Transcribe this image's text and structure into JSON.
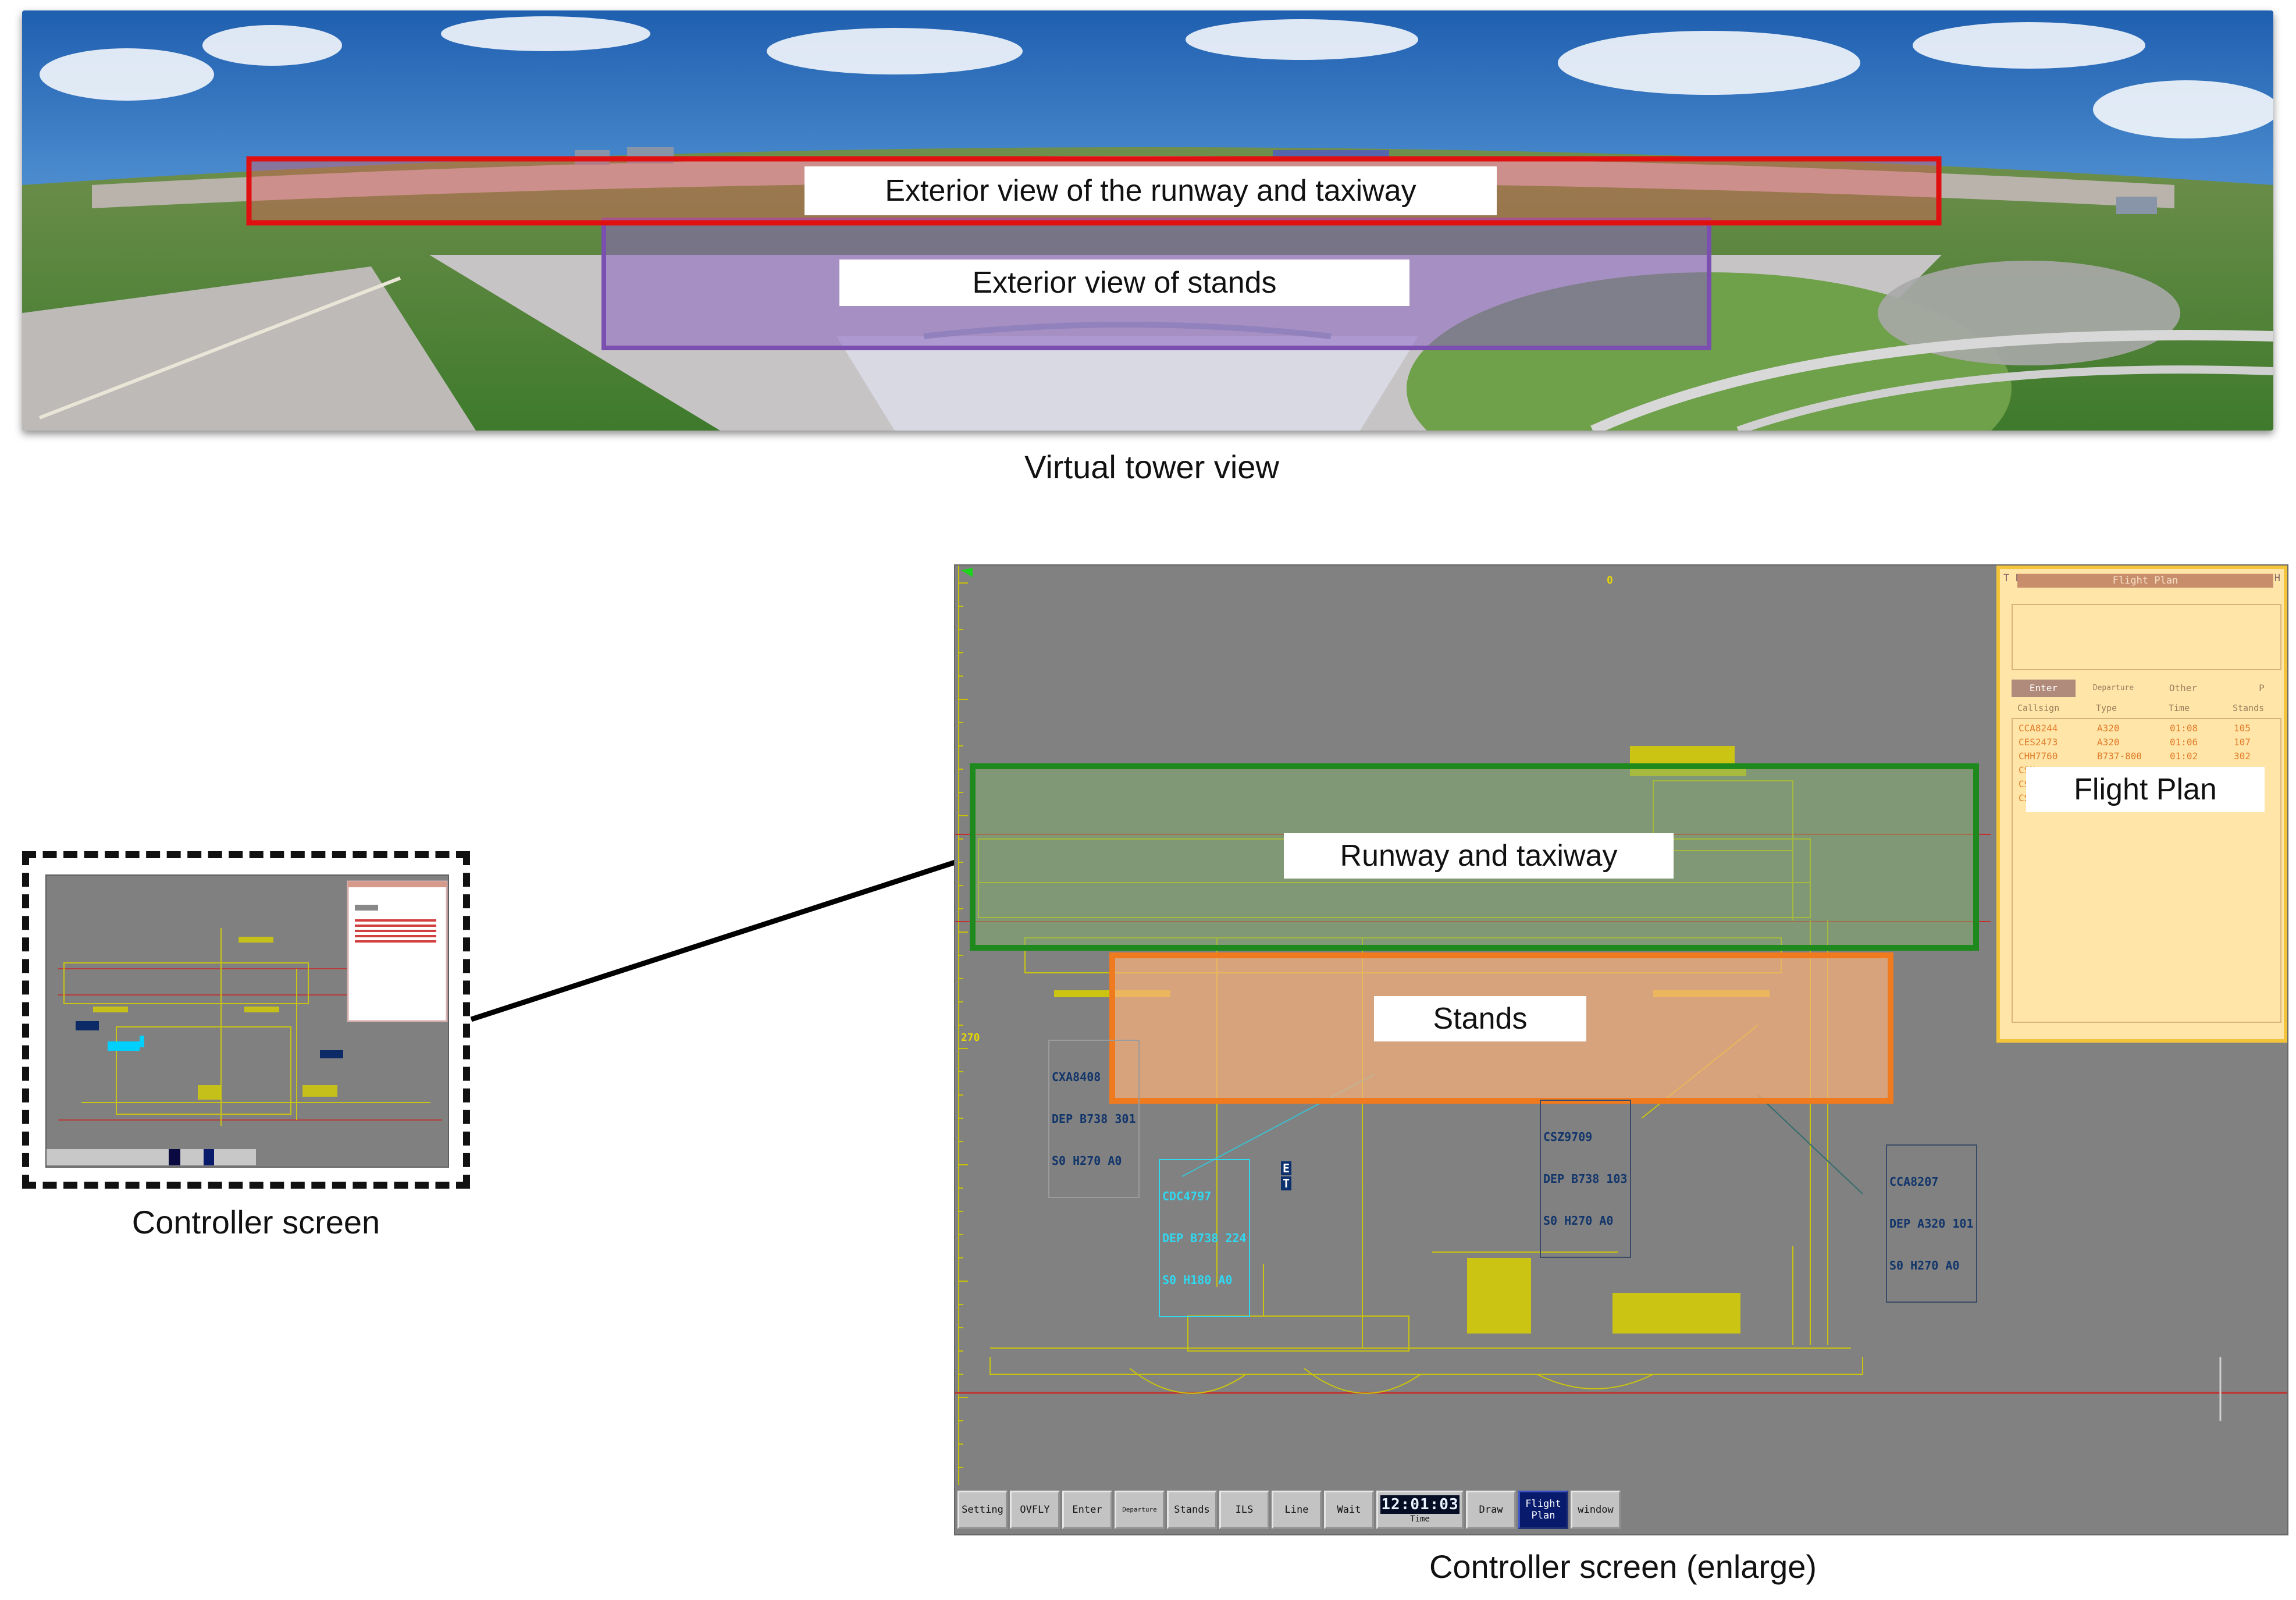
{
  "tower": {
    "caption": "Virtual tower view",
    "label_runway": "Exterior view of the runway and taxiway",
    "label_stands": "Exterior view of stands",
    "colors": {
      "runway_box": "#e01010",
      "stands_box": "#7a4fb0"
    }
  },
  "controller_small": {
    "caption": "Controller screen"
  },
  "controller_large": {
    "caption": "Controller screen (enlarge)",
    "label_runway": "Runway and taxiway",
    "label_stands": "Stands",
    "label_flight_plan": "Flight Plan",
    "heading_top": "0",
    "heading_left": "270",
    "colors": {
      "runway_box": "#1e8a1e",
      "stands_box": "#f07a1e",
      "fp_border": "#f4c53a"
    },
    "toolbar": {
      "buttons": [
        "Setting",
        "OVFLY",
        "Enter",
        "Departure",
        "Stands",
        "ILS",
        "Line",
        "Wait"
      ],
      "clock": "12:01:03",
      "clock_label": "Time",
      "buttons_after": [
        "Draw",
        "Flight Plan",
        "window"
      ]
    },
    "flight_plan": {
      "title": "Flight Plan",
      "corner_left": "T P",
      "corner_right": "H",
      "tabs": [
        "Enter",
        "Departure",
        "Other",
        "P"
      ],
      "headers": [
        "Callsign",
        "Type",
        "Time",
        "Stands"
      ],
      "rows": [
        [
          "CCA8244",
          "A320",
          "01:08",
          "105"
        ],
        [
          "CES2473",
          "A320",
          "01:06",
          "107"
        ],
        [
          "CHH7760",
          "B737-800",
          "01:02",
          "302"
        ],
        [
          "CSN",
          "",
          "",
          ""
        ],
        [
          "CSN",
          "",
          "",
          ""
        ],
        [
          "CSZ",
          "",
          "",
          ""
        ]
      ]
    },
    "tags": [
      {
        "id": "cxa",
        "lines": [
          "CXA8408",
          "DEP B738 301",
          "S0 H270 A0"
        ]
      },
      {
        "id": "csz",
        "lines": [
          "CSZ9709",
          "DEP B738 103",
          "S0 H270 A0"
        ]
      },
      {
        "id": "cdc",
        "lines": [
          "CDC4797",
          "DEP B738 224",
          "S0 H180 A0"
        ]
      },
      {
        "id": "cca",
        "lines": [
          "CCA8207",
          "DEP A320 101",
          "S0 H270 A0"
        ]
      }
    ],
    "cdc_marks": [
      "E",
      "T"
    ]
  }
}
